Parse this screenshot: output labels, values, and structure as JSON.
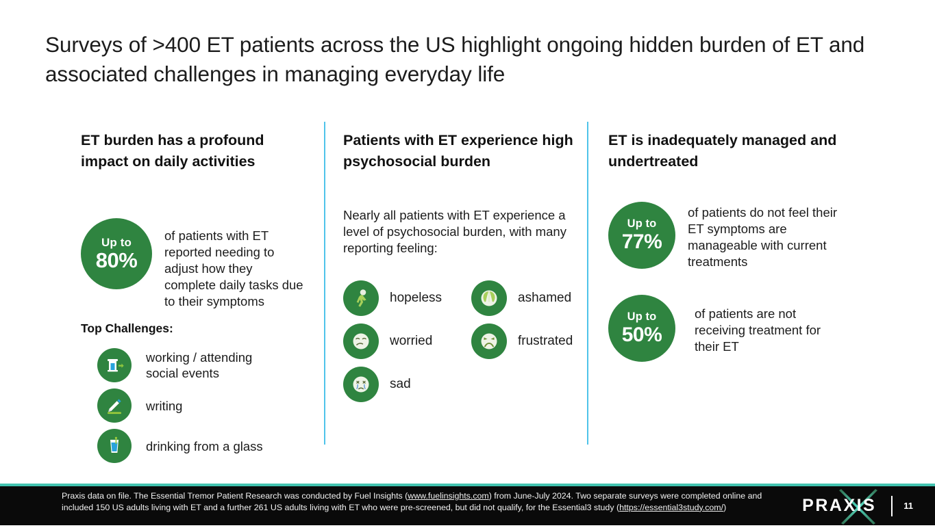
{
  "slide": {
    "title": "Surveys of >400 ET patients across the US highlight ongoing hidden burden of ET and associated challenges in managing everyday life",
    "accent_green": "#2f8440",
    "accent_teal": "#42c3b0",
    "divider_blue": "#4ec3ea"
  },
  "columns": [
    {
      "heading": "ET burden has a profound impact on daily activities",
      "stat": {
        "upto": "Up to",
        "value": "80%",
        "text": "of patients with ET reported needing to adjust how they complete daily tasks due to their symptoms"
      },
      "challenges_heading": "Top Challenges:",
      "challenges": [
        {
          "icon": "exit-door-icon",
          "label": "working / attending social events"
        },
        {
          "icon": "pencil-icon",
          "label": "writing"
        },
        {
          "icon": "drinking-glass-icon",
          "label": "drinking from a glass"
        }
      ]
    },
    {
      "heading": "Patients with ET experience high psychosocial burden",
      "body": "Nearly all patients with ET experience a level of psychosocial burden, with many reporting feeling:",
      "emotions_left": [
        {
          "icon": "slumped-walking-person-icon",
          "label": "hopeless"
        },
        {
          "icon": "worried-face-icon",
          "label": "worried"
        },
        {
          "icon": "crying-face-icon",
          "label": "sad"
        }
      ],
      "emotions_right": [
        {
          "icon": "face-covered-by-hands-icon",
          "label": "ashamed"
        },
        {
          "icon": "frustrated-face-icon",
          "label": "frustrated"
        }
      ]
    },
    {
      "heading": "ET is inadequately managed and undertreated",
      "stats": [
        {
          "upto": "Up to",
          "value": "77%",
          "text": "of patients do not feel their ET symptoms are manageable with current treatments"
        },
        {
          "upto": "Up to",
          "value": "50%",
          "text": "of patients are not receiving treatment for their ET"
        }
      ]
    }
  ],
  "footer": {
    "part1": "Praxis data on file. The Essential Tremor Patient Research was conducted by Fuel Insights (",
    "link1": "www.fuelinsights.com",
    "part2": ") from June-July 2024. Two separate surveys were completed online and included 150 US adults living with ET and a further 261 US adults living with ET who were pre-screened, but did not qualify, for the Essential3 study (",
    "link2": "https://essential3study.com/",
    "part3": ")",
    "brand": "PRAXIS",
    "page_number": "11"
  }
}
